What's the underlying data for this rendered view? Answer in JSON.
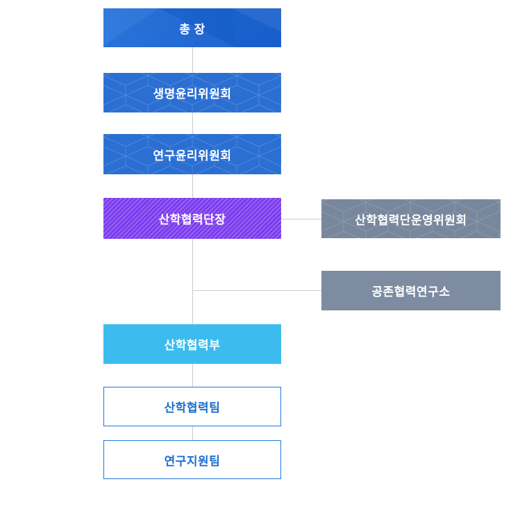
{
  "org_chart": {
    "nodes": [
      {
        "id": "president",
        "label": "총 장"
      },
      {
        "id": "bioethics-committee",
        "label": "생명윤리위원회"
      },
      {
        "id": "research-ethics-committee",
        "label": "연구윤리위원회"
      },
      {
        "id": "iacf-head",
        "label": "산학협력단장"
      },
      {
        "id": "iacf-operating-committee",
        "label": "산학협력단운영위원회"
      },
      {
        "id": "coexistence-cooperation-research-institute",
        "label": "공존협력연구소"
      },
      {
        "id": "industry-academic-cooperation-department",
        "label": "산학협력부"
      },
      {
        "id": "industry-academic-cooperation-team",
        "label": "산학협력팀"
      },
      {
        "id": "research-support-team",
        "label": "연구지원팀"
      }
    ],
    "edges": [
      {
        "from": "president",
        "to": "bioethics-committee"
      },
      {
        "from": "bioethics-committee",
        "to": "research-ethics-committee"
      },
      {
        "from": "research-ethics-committee",
        "to": "iacf-head"
      },
      {
        "from": "iacf-head",
        "to": "iacf-operating-committee"
      },
      {
        "from": "iacf-head",
        "to": "coexistence-cooperation-research-institute"
      },
      {
        "from": "iacf-head",
        "to": "industry-academic-cooperation-department"
      },
      {
        "from": "industry-academic-cooperation-department",
        "to": "industry-academic-cooperation-team"
      },
      {
        "from": "industry-academic-cooperation-team",
        "to": "research-support-team"
      }
    ],
    "colors": {
      "president_blue": "#1a63cf",
      "committee_blue": "#2b6fd3",
      "head_purple": "#7c3cee",
      "operating_committee_gray": "#78879c",
      "research_institute_gray": "#7e8ca1",
      "department_cyan": "#3cbcee",
      "team_outline_blue": "#1e78dc",
      "team_text_blue": "#1b6fd3",
      "connector_gray": "#c9cbcd",
      "text_on_fill": "#ffffff"
    }
  }
}
